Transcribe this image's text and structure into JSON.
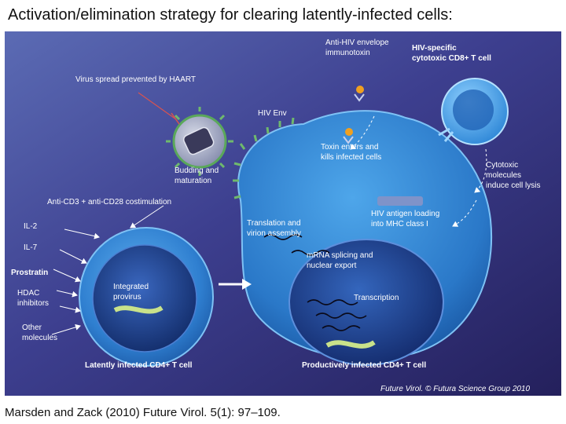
{
  "slide": {
    "title": "Activation/elimination strategy for clearing latently-infected cells:",
    "citation": "Marsden and Zack (2010) Future Virol. 5(1): 97–109."
  },
  "figure": {
    "labels": {
      "virus_spread": "Virus spread prevented by HAART",
      "budding": [
        "Budding and",
        "maturation"
      ],
      "hiv_env": "HIV Env",
      "immunotoxin": [
        "Anti-HIV envelope",
        "immunotoxin"
      ],
      "ctl": [
        "HIV-specific",
        "cytotoxic CD8+ T cell"
      ],
      "toxin": [
        "Toxin enters and",
        "kills infected cells"
      ],
      "cytotoxic": [
        "Cytotoxic",
        "molecules",
        "induce cell lysis"
      ],
      "costim": "Anti-CD3 + anti-CD28 costimulation",
      "il2": "IL-2",
      "il7": "IL-7",
      "prostratin": "Prostratin",
      "hdac": [
        "HDAC",
        "inhibitors"
      ],
      "other": [
        "Other",
        "molecules"
      ],
      "provirus": [
        "Integrated",
        "provirus"
      ],
      "translation": [
        "Translation and",
        "virion assembly"
      ],
      "antigen": [
        "HIV antigen loading",
        "into MHC class I"
      ],
      "splicing": [
        "mRNA splicing and",
        "nuclear export"
      ],
      "transcription": "Transcription",
      "latent_cell": "Latently infected CD4+ T cell",
      "productive_cell": "Productively infected CD4+ T cell",
      "credit": "Future Virol. © Futura Science Group 2010"
    },
    "colors": {
      "background_dark": "#2c2a6b",
      "background_light": "#6a72b8",
      "cell_blue": "#3d8fd6",
      "nucleus_dark": "#1d3c8c",
      "virus_green": "#6fb96d"
    }
  }
}
